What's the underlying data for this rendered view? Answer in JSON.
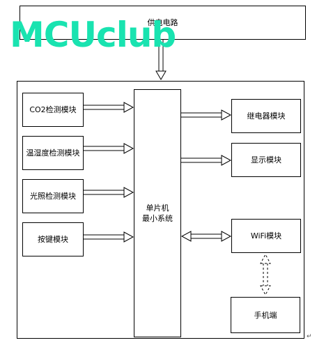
{
  "diagram": {
    "power_supply": "供电电路",
    "watermark": "MCUclub",
    "mcu": {
      "line1": "单片机",
      "line2": "最小系统"
    },
    "inputs": [
      {
        "id": "co2",
        "label": "CO2检测模块"
      },
      {
        "id": "temp-humidity",
        "label": "温湿度检测模块"
      },
      {
        "id": "light",
        "label": "光照检测模块"
      },
      {
        "id": "keys",
        "label": "按键模块"
      }
    ],
    "outputs": [
      {
        "id": "relay",
        "label": "继电器模块"
      },
      {
        "id": "display",
        "label": "显示模块"
      },
      {
        "id": "wifi",
        "label": "WiFi模块"
      }
    ],
    "phone": "手机端",
    "paragraph_mark": "↵"
  }
}
